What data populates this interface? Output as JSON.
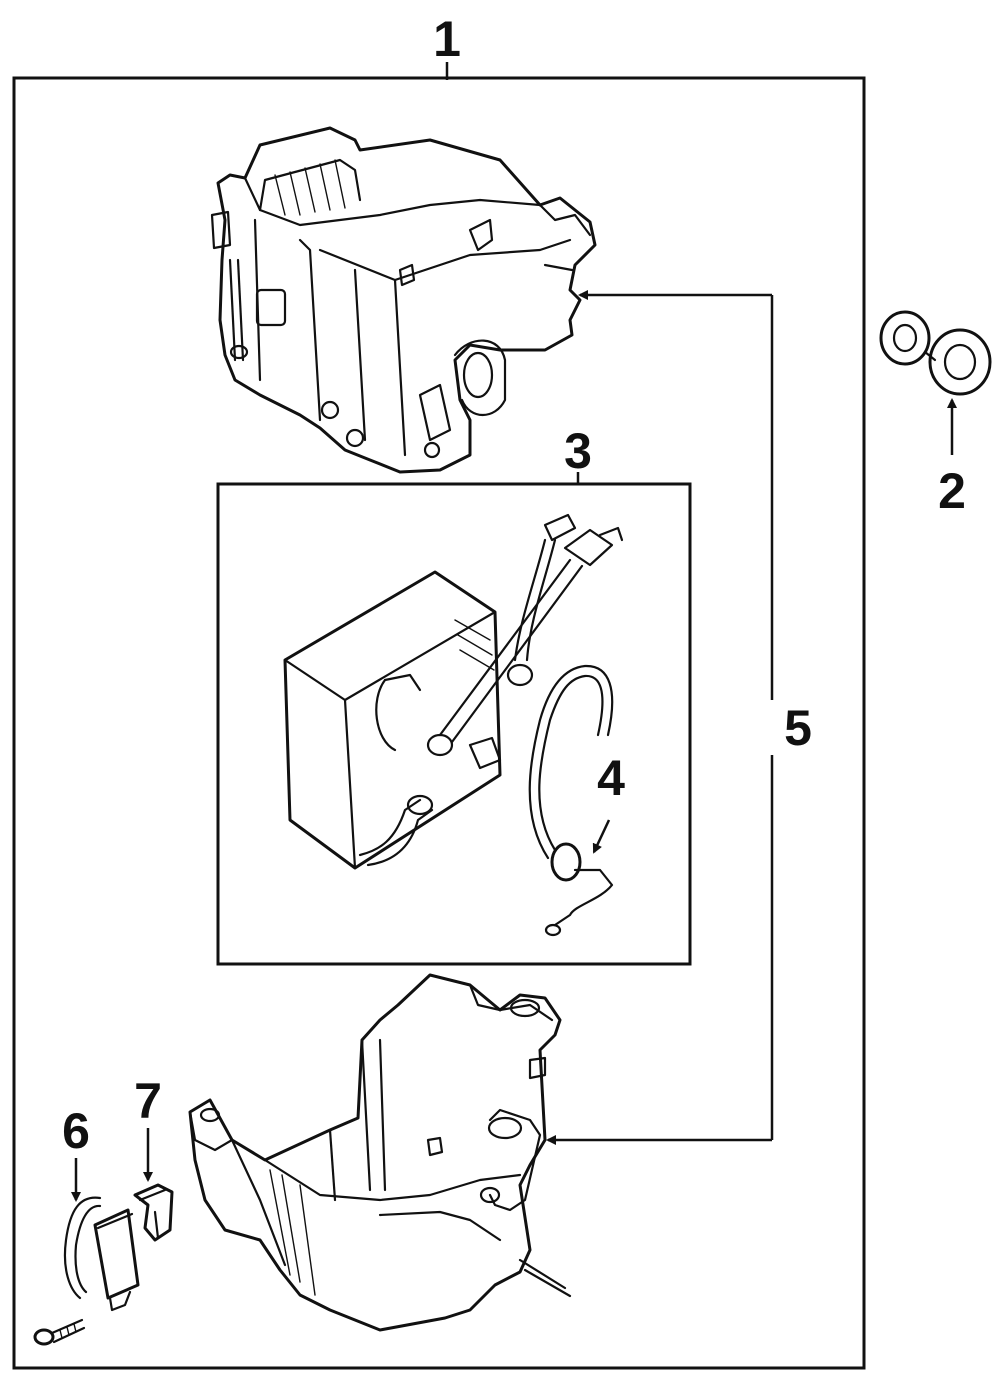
{
  "callouts": {
    "c1": "1",
    "c2": "2",
    "c3": "3",
    "c4": "4",
    "c5": "5",
    "c6": "6",
    "c7": "7"
  },
  "colors": {
    "ink": "#111111",
    "paper": "#ffffff"
  }
}
